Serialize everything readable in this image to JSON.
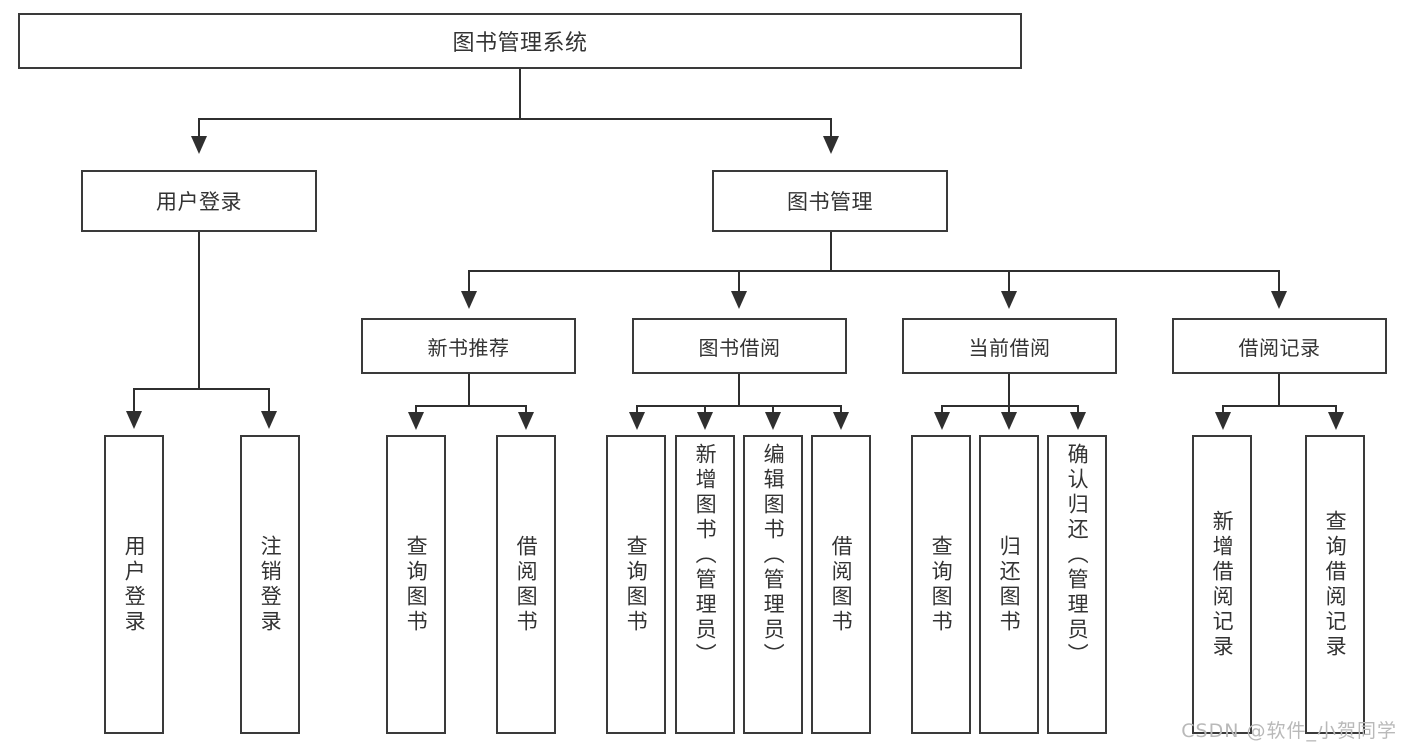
{
  "diagram": {
    "title": "图书管理系统",
    "type": "hierarchy-tree",
    "root": {
      "label": "图书管理系统"
    },
    "level2": [
      {
        "label": "用户登录"
      },
      {
        "label": "图书管理"
      }
    ],
    "level3": [
      {
        "label": "新书推荐"
      },
      {
        "label": "图书借阅"
      },
      {
        "label": "当前借阅"
      },
      {
        "label": "借阅记录"
      }
    ],
    "leaves": {
      "user_login": [
        {
          "label": "用户登录"
        },
        {
          "label": "注销登录"
        }
      ],
      "new_book_recommend": [
        {
          "label": "查询图书"
        },
        {
          "label": "借阅图书"
        }
      ],
      "book_borrow": [
        {
          "label": "查询图书"
        },
        {
          "label": "新增图书（管理员）"
        },
        {
          "label": "编辑图书（管理员）"
        },
        {
          "label": "借阅图书"
        }
      ],
      "current_borrow": [
        {
          "label": "查询图书"
        },
        {
          "label": "归还图书"
        },
        {
          "label": "确认归还（管理员）"
        }
      ],
      "borrow_record": [
        {
          "label": "新增借阅记录"
        },
        {
          "label": "查询借阅记录"
        }
      ]
    }
  },
  "watermark": {
    "text": "CSDN @软件_小贺同学"
  },
  "colors": {
    "border": "#3a3a3a",
    "line": "#2f2f2f",
    "text": "#333333",
    "background": "#ffffff",
    "watermark": "#b9b9b9"
  }
}
